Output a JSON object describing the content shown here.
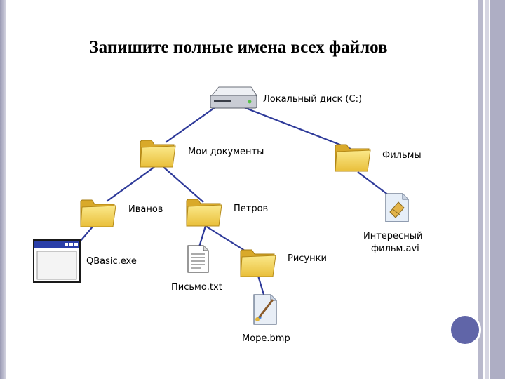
{
  "title": "Запишите полные имена всех файлов",
  "colors": {
    "edge": "#2e3a9a",
    "folder": "#f4d45a",
    "accent_circle": "#6065a8"
  },
  "nodes": {
    "disk": {
      "label": "Локальный диск (C:)",
      "icon": "hard-drive-icon"
    },
    "my_documents": {
      "label": "Мои документы",
      "icon": "folder-icon"
    },
    "films": {
      "label": "Фильмы",
      "icon": "folder-icon"
    },
    "ivanov": {
      "label": "Иванов",
      "icon": "folder-icon"
    },
    "petrov": {
      "label": "Петров",
      "icon": "folder-icon"
    },
    "qbasic": {
      "label": "QBasic.exe",
      "icon": "application-window-icon"
    },
    "letter": {
      "label": "Письмо.txt",
      "icon": "text-file-icon"
    },
    "pictures": {
      "label": "Рисунки",
      "icon": "folder-icon"
    },
    "sea": {
      "label": "Море.bmp",
      "icon": "image-file-icon"
    },
    "movie": {
      "label_line1": "Интересный",
      "label_line2": "фильм.avi",
      "icon": "video-file-icon"
    }
  }
}
